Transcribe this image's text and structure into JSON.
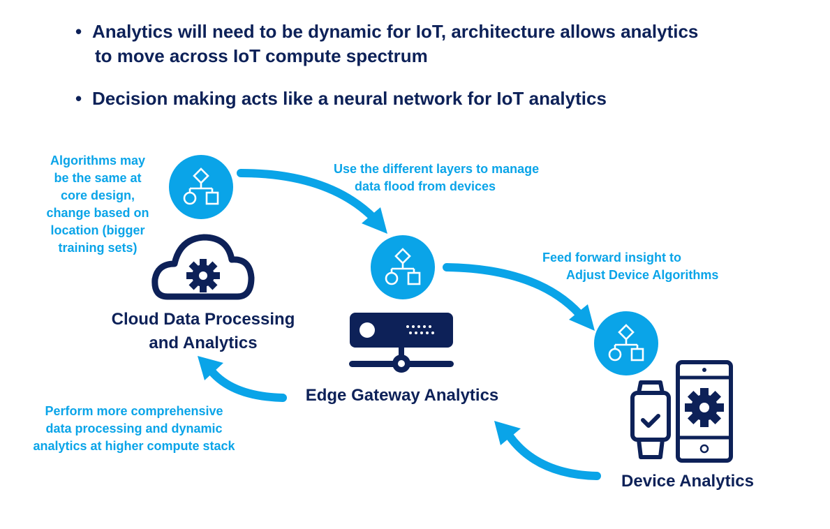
{
  "bullets": [
    {
      "line1": "Analytics will need to be dynamic for IoT, architecture allows analytics",
      "line2": "to move across IoT compute spectrum"
    },
    {
      "line1": "Decision making acts like a neural network for IoT analytics"
    }
  ],
  "bullet_glyph": "•",
  "notes": {
    "algorithms": [
      "Algorithms may",
      "be the same at",
      "core design,",
      "change based on",
      "location (bigger",
      "training sets)"
    ],
    "layers": [
      "Use the different layers to manage",
      "data flood from devices"
    ],
    "feed_forward": [
      "Feed forward insight to",
      "Adjust Device Algorithms"
    ],
    "perform": [
      "Perform more comprehensive",
      "data processing and dynamic",
      "analytics at higher compute stack"
    ]
  },
  "nodes": {
    "cloud": {
      "label1": "Cloud Data Processing",
      "label2": "and Analytics",
      "icon": "cloud-gear-icon"
    },
    "edge": {
      "label": "Edge Gateway Analytics",
      "icon": "server-gateway-icon"
    },
    "device": {
      "label": "Device Analytics",
      "icon": "watch-phone-icon"
    }
  },
  "colors": {
    "navy": "#0d2158",
    "cyan": "#0aa4e8",
    "background": "#ffffff"
  }
}
